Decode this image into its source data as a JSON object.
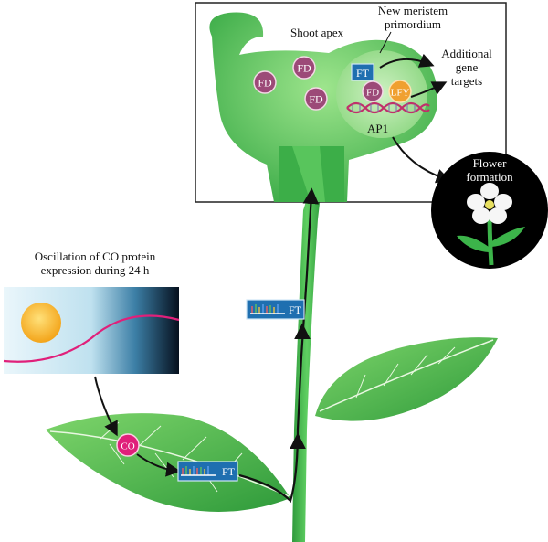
{
  "inset": {
    "shoot_apex": "Shoot apex",
    "new_meristem_line1": "New meristem",
    "new_meristem_line2": "primordium",
    "additional_line1": "Additional",
    "additional_line2": "gene",
    "additional_line3": "targets",
    "ap1": "AP1",
    "fd": "FD",
    "ft": "FT",
    "lfy": "LFY"
  },
  "flower": {
    "line1": "Flower",
    "line2": "formation"
  },
  "oscillation": {
    "line1": "Oscillation of CO protein",
    "line2": "expression during 24 h"
  },
  "leaf": {
    "co": "CO",
    "ft_transcript": "FT"
  },
  "stem": {
    "ft_transcript": "FT"
  },
  "colors": {
    "plant_green": "#3cb44a",
    "fd_purple": "#9c4a78",
    "ft_blue": "#1f6fb0",
    "lfy_orange": "#f0a030",
    "co_magenta": "#e0207a"
  }
}
